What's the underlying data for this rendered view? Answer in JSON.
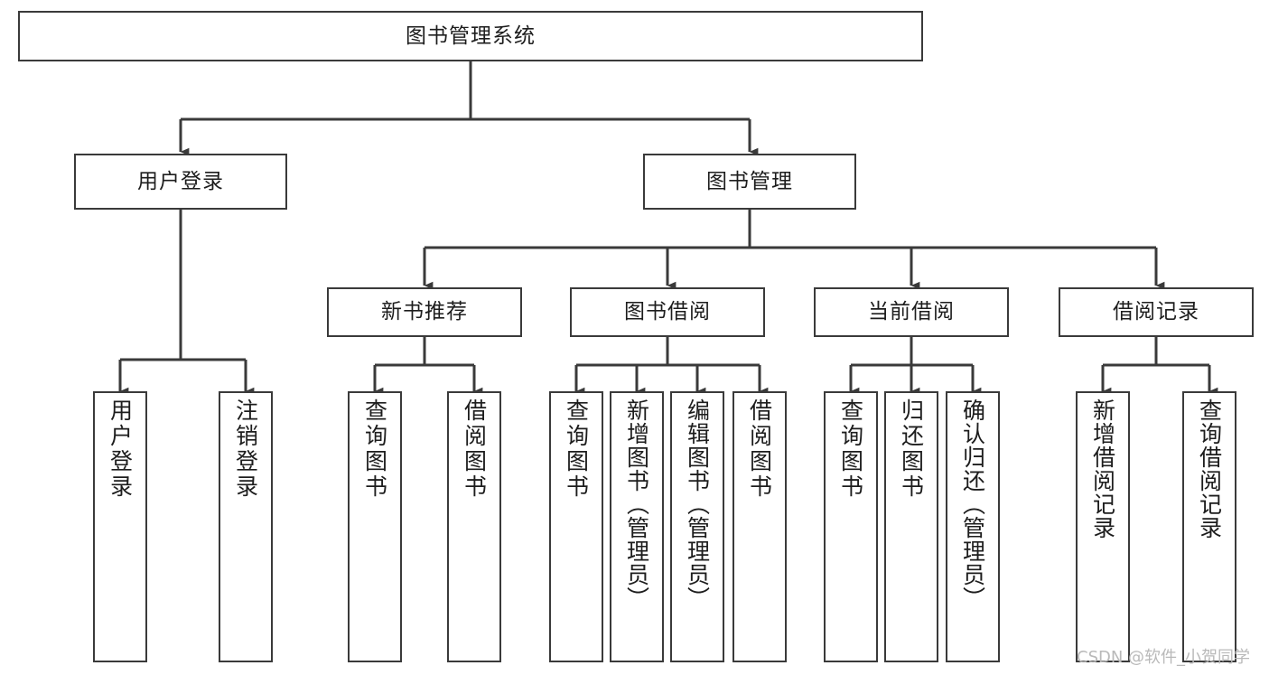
{
  "diagram": {
    "type": "tree",
    "title": "图书管理系统",
    "orientation": "top-down",
    "colors": {
      "box_border": "#3a3a3a",
      "box_fill": "#ffffff",
      "edge": "#3a3a3a",
      "text": "#1d1d1d",
      "watermark": "#b9b9b9",
      "background": "#ffffff"
    }
  },
  "root": {
    "label": "图书管理系统"
  },
  "level2": [
    {
      "label": "用户登录"
    },
    {
      "label": "图书管理"
    }
  ],
  "level3": [
    {
      "label": "新书推荐"
    },
    {
      "label": "图书借阅"
    },
    {
      "label": "当前借阅"
    },
    {
      "label": "借阅记录"
    }
  ],
  "leaves": {
    "user_login": [
      {
        "label": "用户登录"
      },
      {
        "label": "注销登录"
      }
    ],
    "new_book_recommend": [
      {
        "label": "查询图书"
      },
      {
        "label": "借阅图书"
      }
    ],
    "book_borrow": [
      {
        "label": "查询图书"
      },
      {
        "label": "新增图书（管理员）"
      },
      {
        "label": "编辑图书（管理员）"
      },
      {
        "label": "借阅图书"
      }
    ],
    "current_borrow": [
      {
        "label": "查询图书"
      },
      {
        "label": "归还图书"
      },
      {
        "label": "确认归还（管理员）"
      }
    ],
    "borrow_record": [
      {
        "label": "新增借阅记录"
      },
      {
        "label": "查询借阅记录"
      }
    ]
  },
  "watermark": {
    "text": "CSDN @软件_小贺同学"
  }
}
